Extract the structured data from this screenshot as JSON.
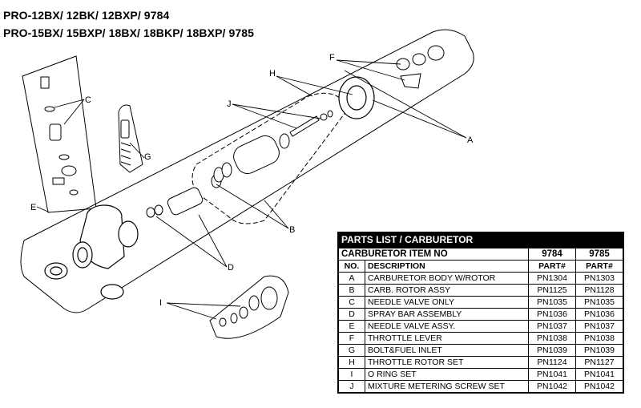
{
  "titles": {
    "line1": "PRO-12BX/ 12BK/ 12BXP/ 9784",
    "line2": "PRO-15BX/ 15BXP/ 18BX/ 18BKP/ 18BXP/ 9785"
  },
  "callouts": {
    "A": "A",
    "B": "B",
    "C": "C",
    "D": "D",
    "E": "E",
    "F": "F",
    "G": "G",
    "H": "H",
    "I": "I",
    "J": "J"
  },
  "parts_list": {
    "heading": "PARTS LIST / CARBURETOR",
    "item_header": "CARBURETOR ITEM NO",
    "model_a": "9784",
    "model_b": "9785",
    "col_no": "NO.",
    "col_desc": "DESCRIPTION",
    "col_part_a": "PART#",
    "col_part_b": "PART#",
    "rows": [
      {
        "no": "A",
        "desc": "CARBURETOR BODY W/ROTOR",
        "a": "PN1304",
        "b": "PN1303"
      },
      {
        "no": "B",
        "desc": "CARB. ROTOR ASSY",
        "a": "PN1125",
        "b": "PN1128"
      },
      {
        "no": "C",
        "desc": "NEEDLE VALVE ONLY",
        "a": "PN1035",
        "b": "PN1035"
      },
      {
        "no": "D",
        "desc": "SPRAY BAR ASSEMBLY",
        "a": "PN1036",
        "b": "PN1036"
      },
      {
        "no": "E",
        "desc": "NEEDLE VALVE ASSY.",
        "a": "PN1037",
        "b": "PN1037"
      },
      {
        "no": "F",
        "desc": "THROTTLE LEVER",
        "a": "PN1038",
        "b": "PN1038"
      },
      {
        "no": "G",
        "desc": "BOLT&FUEL INLET",
        "a": "PN1039",
        "b": "PN1039"
      },
      {
        "no": "H",
        "desc": "THROTTLE ROTOR SET",
        "a": "PN1124",
        "b": "PN1127"
      },
      {
        "no": "I",
        "desc": "O RING SET",
        "a": "PN1041",
        "b": "PN1041"
      },
      {
        "no": "J",
        "desc": "MIXTURE METERING SCREW SET",
        "a": "PN1042",
        "b": "PN1042"
      }
    ]
  }
}
